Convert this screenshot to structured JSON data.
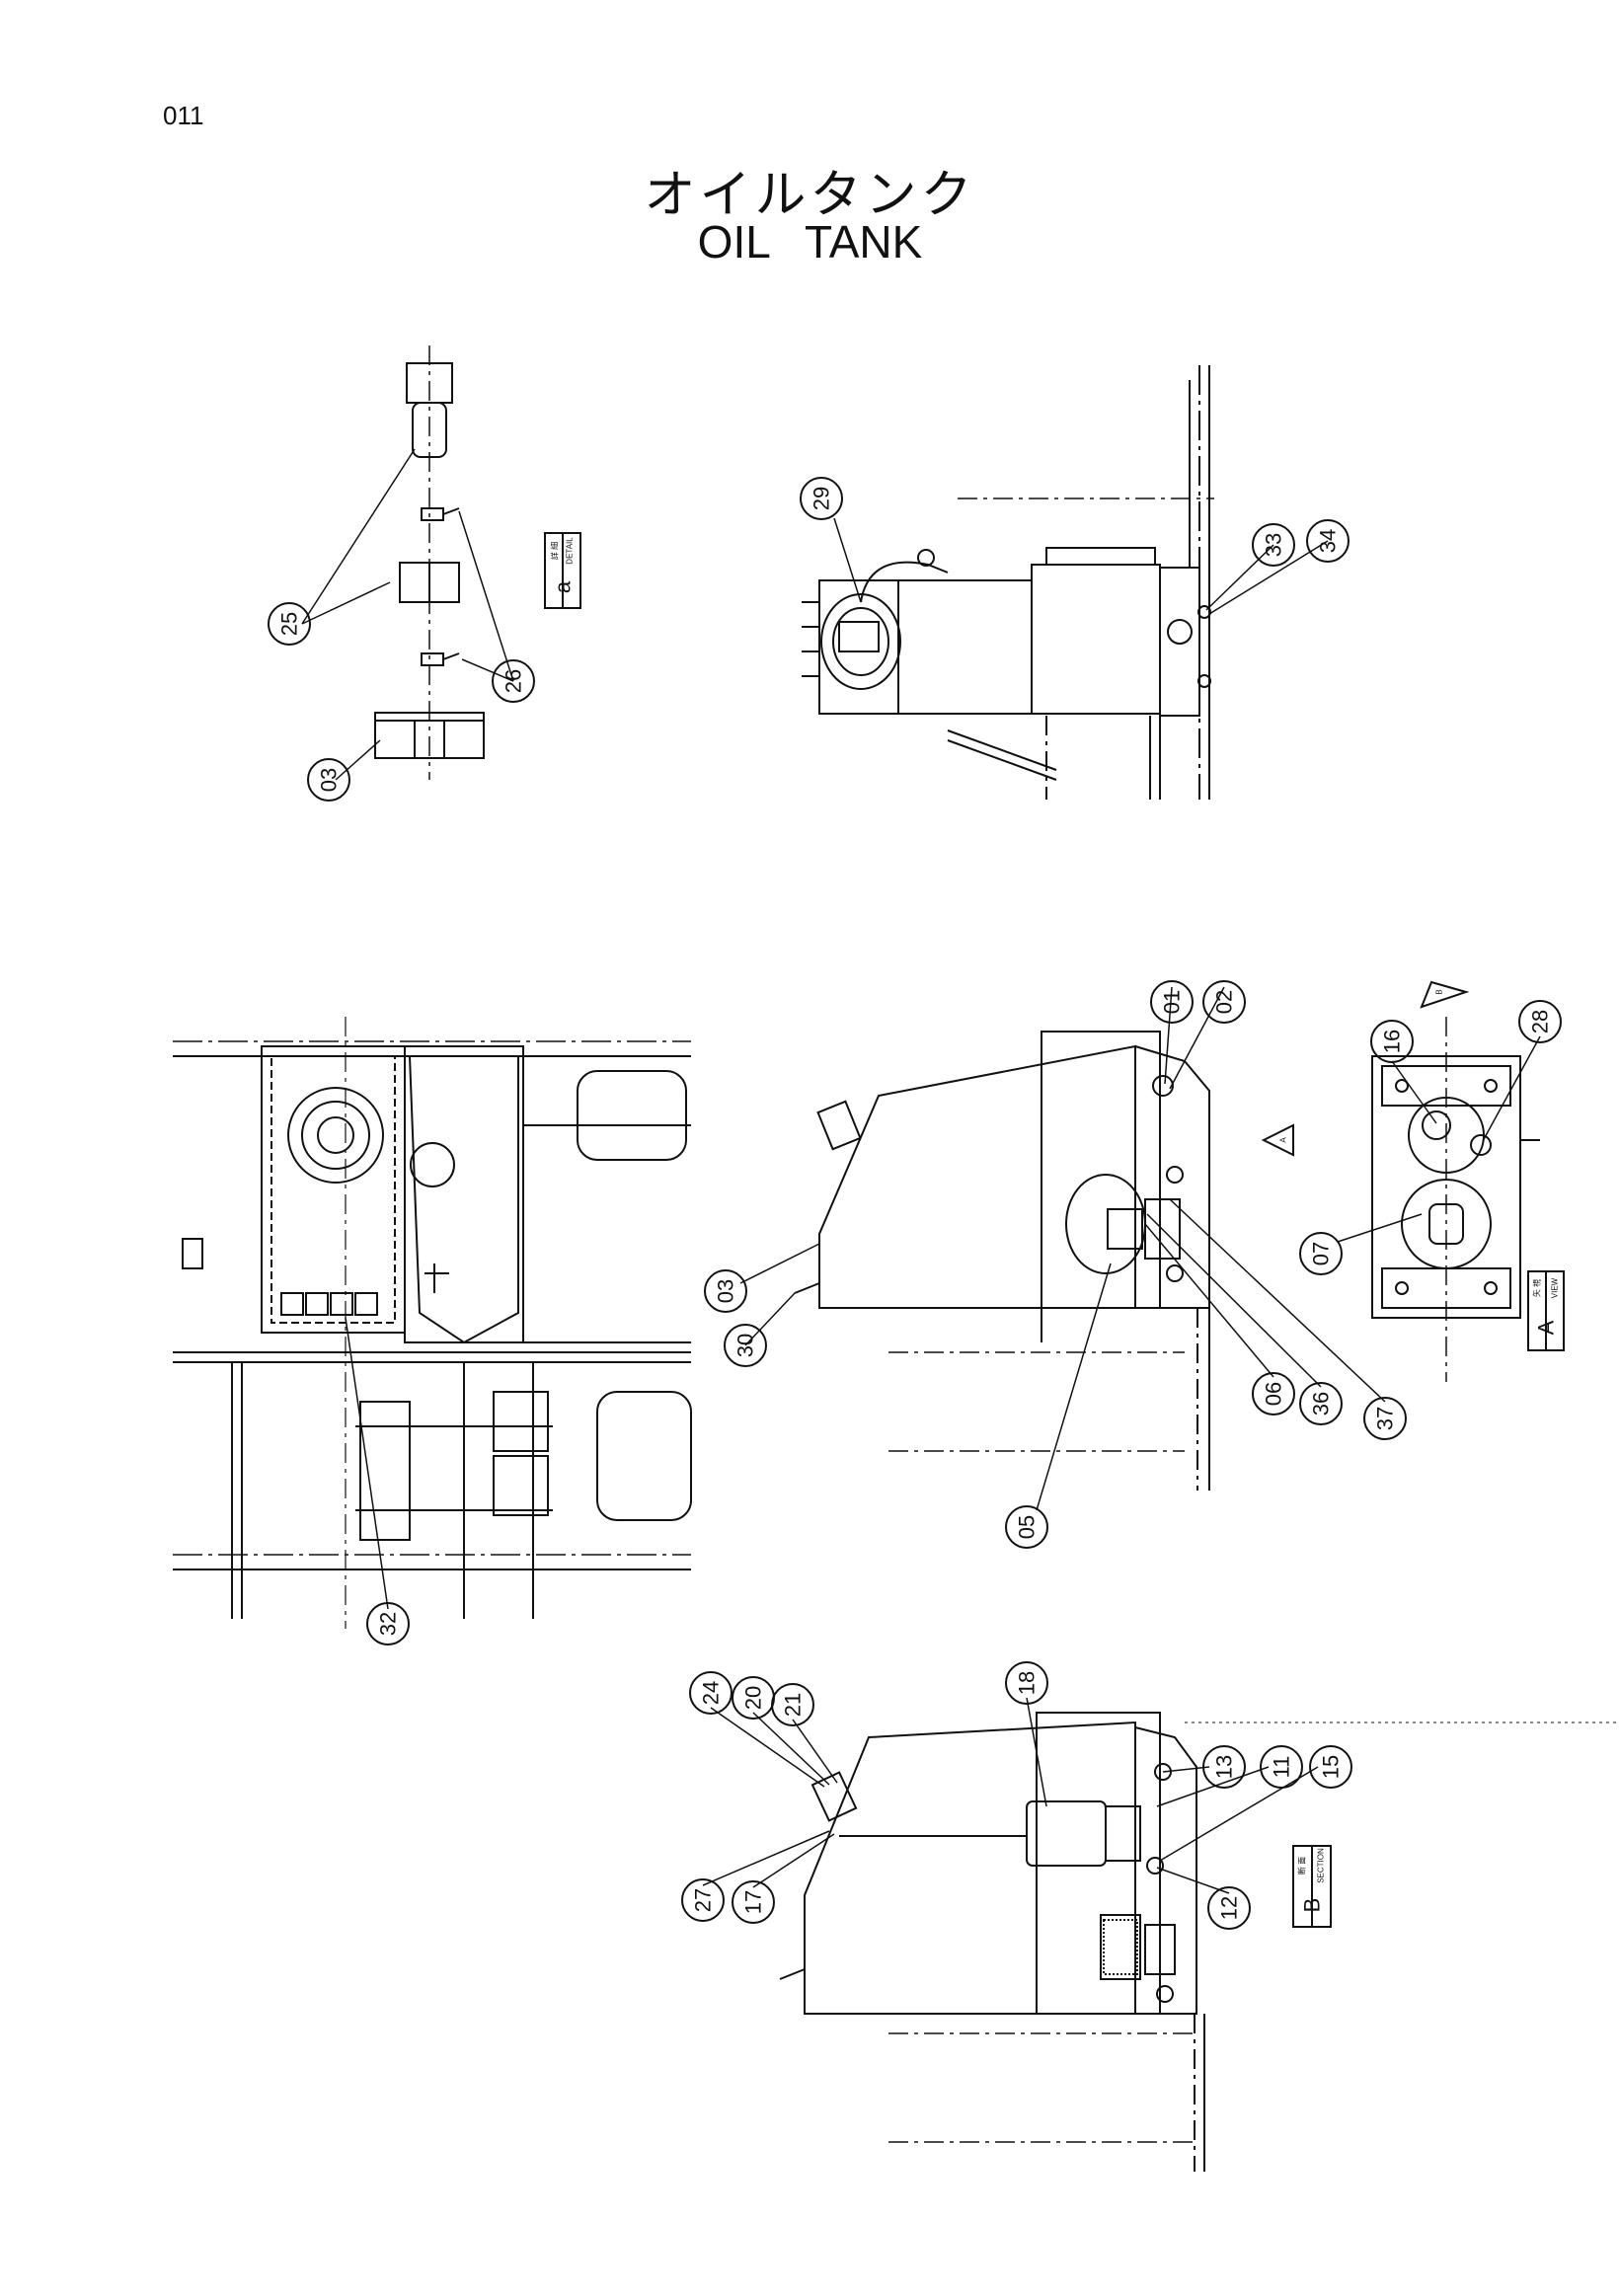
{
  "page": {
    "page_number": "011",
    "title_jp": "オイルタンク",
    "title_en": "OIL TANK"
  },
  "views": {
    "detail_a": {
      "jp": "詳 細",
      "en": "DETAIL",
      "letter": "a"
    },
    "view_a": {
      "jp": "矢 視",
      "en": "VIEW",
      "letter": "A"
    },
    "section_b": {
      "jp": "断 面",
      "en": "SECTION",
      "letter": "B"
    },
    "arrow_a": "A",
    "arrow_b": "B"
  },
  "callouts": [
    {
      "id": "c25",
      "label": "25"
    },
    {
      "id": "c26",
      "label": "26"
    },
    {
      "id": "c03a",
      "label": "03"
    },
    {
      "id": "c29",
      "label": "29"
    },
    {
      "id": "c33",
      "label": "33"
    },
    {
      "id": "c34",
      "label": "34"
    },
    {
      "id": "c01",
      "label": "01"
    },
    {
      "id": "c02",
      "label": "02"
    },
    {
      "id": "c16",
      "label": "16"
    },
    {
      "id": "c28",
      "label": "28"
    },
    {
      "id": "c07",
      "label": "07"
    },
    {
      "id": "c03b",
      "label": "03"
    },
    {
      "id": "c30",
      "label": "30"
    },
    {
      "id": "c06",
      "label": "06"
    },
    {
      "id": "c36",
      "label": "36"
    },
    {
      "id": "c37",
      "label": "37"
    },
    {
      "id": "c05",
      "label": "05"
    },
    {
      "id": "c32",
      "label": "32"
    },
    {
      "id": "c18",
      "label": "18"
    },
    {
      "id": "c24",
      "label": "24"
    },
    {
      "id": "c20",
      "label": "20"
    },
    {
      "id": "c21",
      "label": "21"
    },
    {
      "id": "c13",
      "label": "13"
    },
    {
      "id": "c11",
      "label": "11"
    },
    {
      "id": "c15",
      "label": "15"
    },
    {
      "id": "c27",
      "label": "27"
    },
    {
      "id": "c17",
      "label": "17"
    },
    {
      "id": "c12",
      "label": "12"
    }
  ]
}
